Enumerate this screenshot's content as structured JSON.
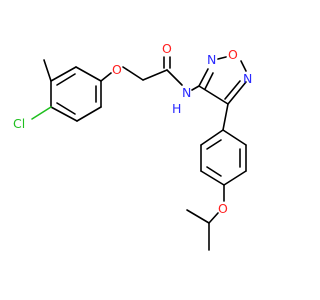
{
  "atoms": {
    "cl": {
      "text": "Cl",
      "color": "#1fbf1f"
    },
    "o_ether": {
      "text": "O",
      "color": "#ff2020"
    },
    "o_carbonyl": {
      "text": "O",
      "color": "#ff2020"
    },
    "n_amide": {
      "text": "N",
      "color": "#2a2aff"
    },
    "h_amide": {
      "text": "H",
      "color": "#2a2aff"
    },
    "n_ring_top": {
      "text": "N",
      "color": "#2a2aff"
    },
    "o_ring": {
      "text": "O",
      "color": "#ff2020"
    },
    "n_ring_right": {
      "text": "N",
      "color": "#2a2aff"
    },
    "o_isopropoxy": {
      "text": "O",
      "color": "#ff2020"
    }
  }
}
